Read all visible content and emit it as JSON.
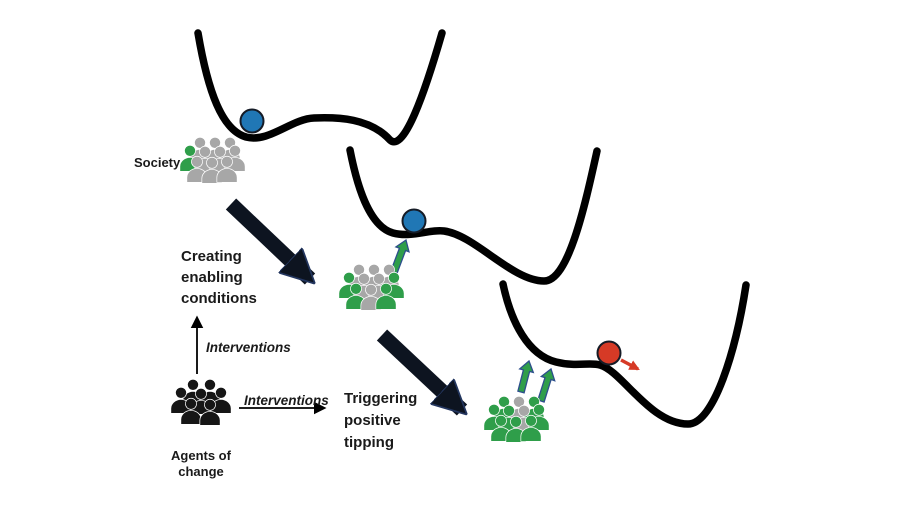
{
  "colors": {
    "text": "#1a1a1a",
    "curve": "#000000",
    "blue_ball": "#2077b5",
    "red_ball": "#d63a26",
    "ball_outline": "#151b26",
    "big_arrow": "#0d1420",
    "big_arrow_edge": "#23365f",
    "thin_arrow": "#000000",
    "green_arrow": "#2f9e4a",
    "green_arrow_outline": "#2d4f8c",
    "red_arrow": "#d63a26"
  },
  "labels": {
    "society": "Society",
    "creating": "Creating\nenabling\nconditions",
    "interventions_vertical": "Interventions",
    "interventions_horizontal": "Interventions",
    "agents": "Agents of\nchange",
    "triggering": "Triggering\npositive\ntipping"
  },
  "crowds": {
    "society": {
      "members": [
        "#a7a7a7",
        "#a7a7a7",
        "#a7a7a7",
        "#2f9e4a",
        "#a7a7a7",
        "#a7a7a7",
        "#a7a7a7",
        "#a7a7a7",
        "#a7a7a7",
        "#a7a7a7"
      ]
    },
    "partially_mobilized": {
      "members": [
        "#a7a7a7",
        "#a7a7a7",
        "#a7a7a7",
        "#2f9e4a",
        "#a7a7a7",
        "#a7a7a7",
        "#2f9e4a",
        "#2f9e4a",
        "#a7a7a7",
        "#2f9e4a"
      ]
    },
    "mobilized": {
      "members": [
        "#2f9e4a",
        "#a7a7a7",
        "#2f9e4a",
        "#2f9e4a",
        "#2f9e4a",
        "#a7a7a7",
        "#2f9e4a",
        "#2f9e4a",
        "#2f9e4a",
        "#2f9e4a"
      ]
    },
    "agents_of_change": {
      "members": [
        "#161616",
        "#161616",
        "#161616",
        "#161616",
        "#161616",
        "#161616",
        "#161616"
      ]
    }
  }
}
